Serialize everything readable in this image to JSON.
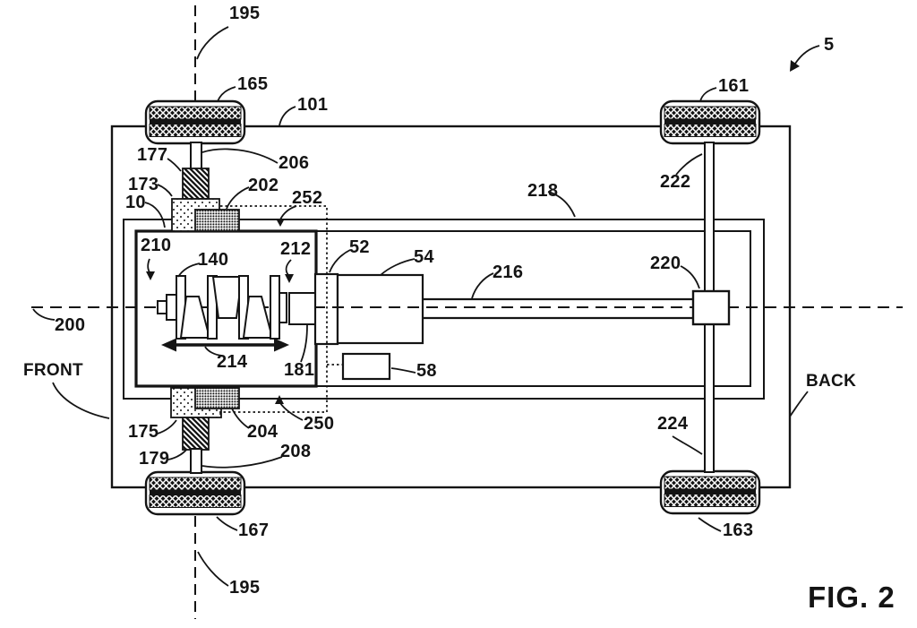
{
  "colors": {
    "ink": "#141414",
    "background": "#ffffff"
  },
  "figure": {
    "caption": "FIG. 2",
    "assembly_reference": "5"
  },
  "orientation": {
    "front": "FRONT",
    "back": "BACK"
  },
  "reference_numerals": {
    "n195_top": "195",
    "n165": "165",
    "n101": "101",
    "n161": "161",
    "n177": "177",
    "n206": "206",
    "n173": "173",
    "n10": "10",
    "n202": "202",
    "n252": "252",
    "n218": "218",
    "n222": "222",
    "n210": "210",
    "n140": "140",
    "n212": "212",
    "n52": "52",
    "n54": "54",
    "n216": "216",
    "n220": "220",
    "n214": "214",
    "n181": "181",
    "n58": "58",
    "n250": "250",
    "n204": "204",
    "n175": "175",
    "n179": "179",
    "n208": "208",
    "n167": "167",
    "n195_bottom": "195",
    "n224": "224",
    "n163": "163",
    "n200": "200"
  }
}
